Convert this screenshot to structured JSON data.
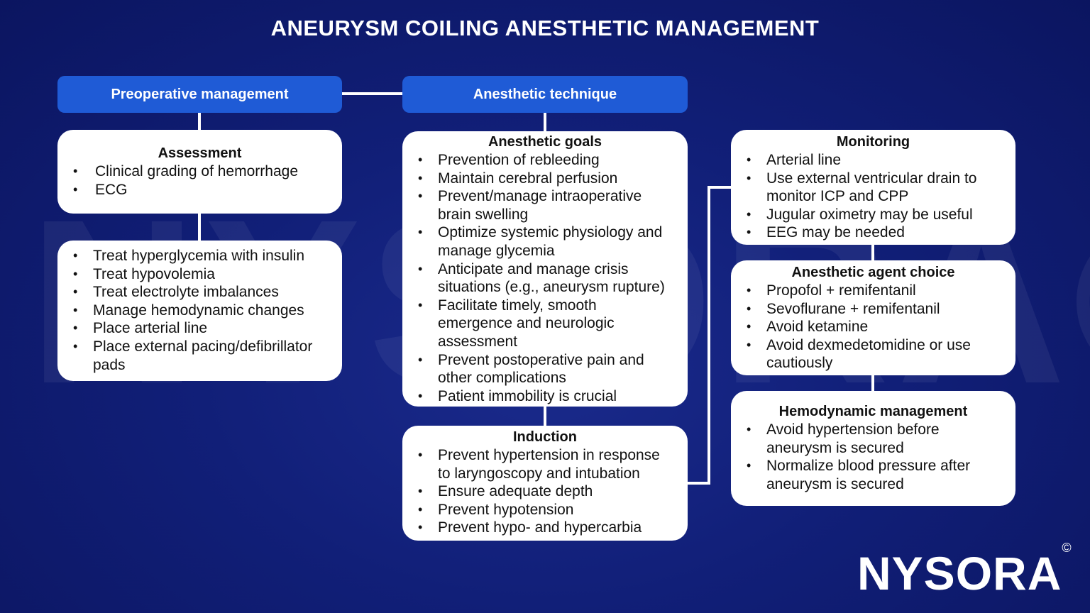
{
  "title": "ANEURYSM COILING ANESTHETIC MANAGEMENT",
  "watermark": "NYSORA®",
  "headers": {
    "preop": "Preoperative management",
    "technique": "Anesthetic technique"
  },
  "assessment": {
    "title": "Assessment",
    "items": [
      "Clinical grading of hemorrhage",
      "ECG"
    ]
  },
  "preop_actions": {
    "items": [
      "Treat hyperglycemia with insulin",
      "Treat hypovolemia",
      "Treat electrolyte imbalances",
      "Manage hemodynamic changes",
      "Place arterial line",
      "Place external pacing/defibrillator pads"
    ]
  },
  "goals": {
    "title": "Anesthetic goals",
    "items": [
      "Prevention of rebleeding",
      "Maintain cerebral perfusion",
      "Prevent/manage intraoperative brain swelling",
      "Optimize systemic physiology and manage glycemia",
      "Anticipate and manage crisis situations (e.g., aneurysm rupture)",
      "Facilitate timely, smooth emergence and neurologic assessment",
      "Prevent postoperative pain and other complications",
      "Patient immobility is crucial"
    ]
  },
  "induction": {
    "title": "Induction",
    "items": [
      "Prevent hypertension in response to laryngoscopy and intubation",
      "Ensure adequate depth",
      "Prevent hypotension",
      "Prevent hypo- and hypercarbia"
    ]
  },
  "monitoring": {
    "title": "Monitoring",
    "items": [
      "Arterial line",
      "Use external ventricular drain to monitor ICP and CPP",
      "Jugular oximetry may be useful",
      "EEG may be needed"
    ]
  },
  "agents": {
    "title": "Anesthetic agent choice",
    "items": [
      "Propofol + remifentanil",
      "Sevoflurane + remifentanil",
      "Avoid ketamine",
      "Avoid dexmedetomidine or use cautiously"
    ]
  },
  "hemodynamic": {
    "title": "Hemodynamic management",
    "items": [
      "Avoid hypertension before aneurysm is secured",
      "Normalize blood pressure after aneurysm is secured"
    ]
  },
  "logo": {
    "text": "NYSORA",
    "mark": "©"
  },
  "colors": {
    "background": "#111f78",
    "header": "#1f5bd6",
    "card": "#ffffff"
  }
}
